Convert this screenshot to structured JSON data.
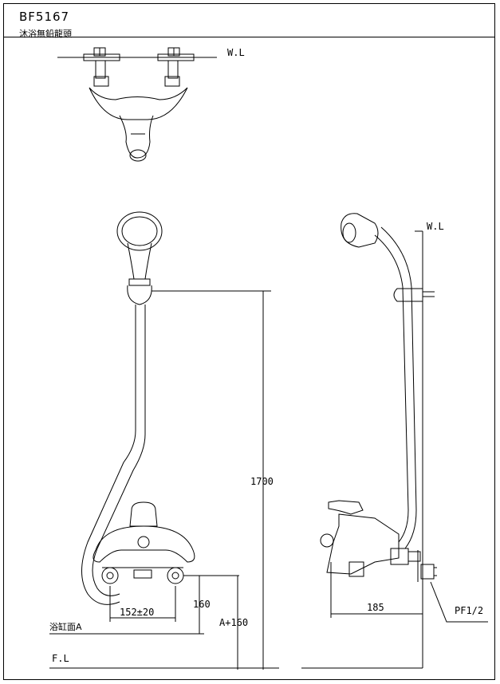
{
  "title_block": {
    "model": "BF5167",
    "product_name": "沐浴無鉛龍頭"
  },
  "labels": {
    "wall_line_top": "W.L",
    "wall_line_side": "W.L",
    "height_dim": "1700",
    "spacing_dim": "152±20",
    "tub_rim_dim": "160",
    "floor_dim": "A+160",
    "depth_dim": "185",
    "pipe_thread": "PF1/2",
    "tub_surface": "浴缸面A",
    "floor_line": "F.L"
  }
}
